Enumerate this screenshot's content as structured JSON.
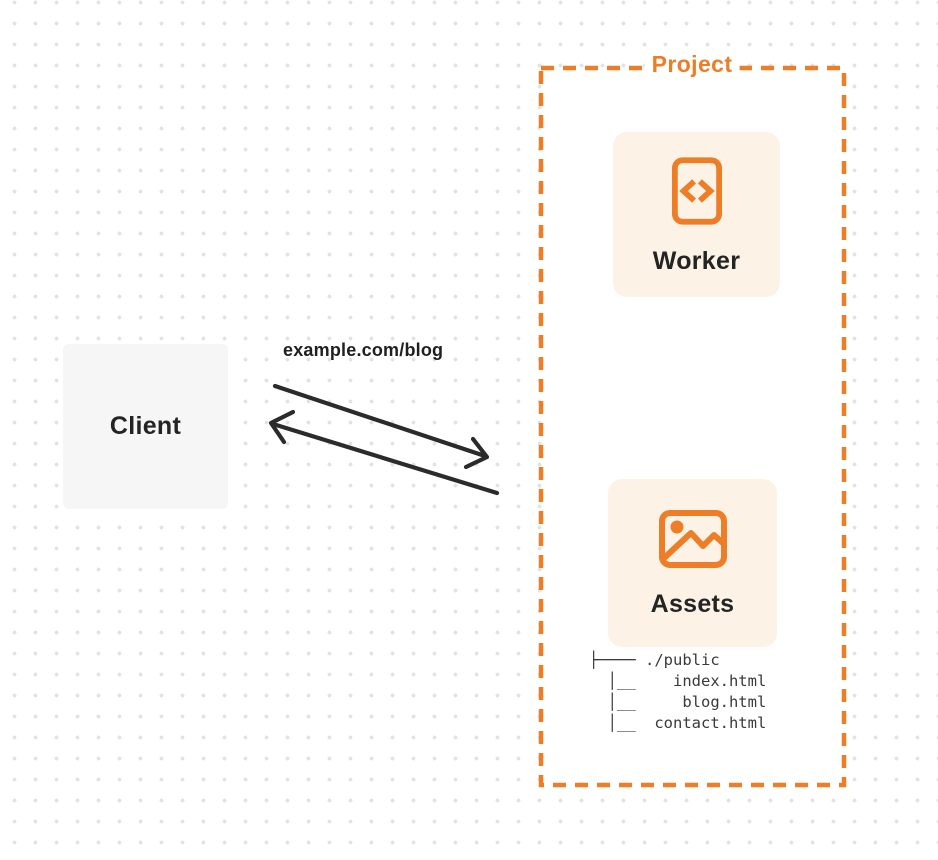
{
  "diagram": {
    "client": {
      "label": "Client"
    },
    "request_label": "example.com/blog",
    "project": {
      "label": "Project",
      "worker": {
        "label": "Worker",
        "icon": "code-file-icon"
      },
      "assets": {
        "label": "Assets",
        "icon": "image-icon"
      },
      "file_tree": [
        "├──── ./public",
        "  │__    index.html",
        "  │__     blog.html",
        "  │__  contact.html"
      ]
    },
    "colors": {
      "accent_orange": "#ED7D26",
      "card_bg": "#FCF2E6",
      "client_bg": "#F6F6F7",
      "text_dark": "#242424",
      "tree_text": "#3A3A3A",
      "arrow_color": "#2B2B2B",
      "dot_color": "#E3E3E6"
    }
  }
}
